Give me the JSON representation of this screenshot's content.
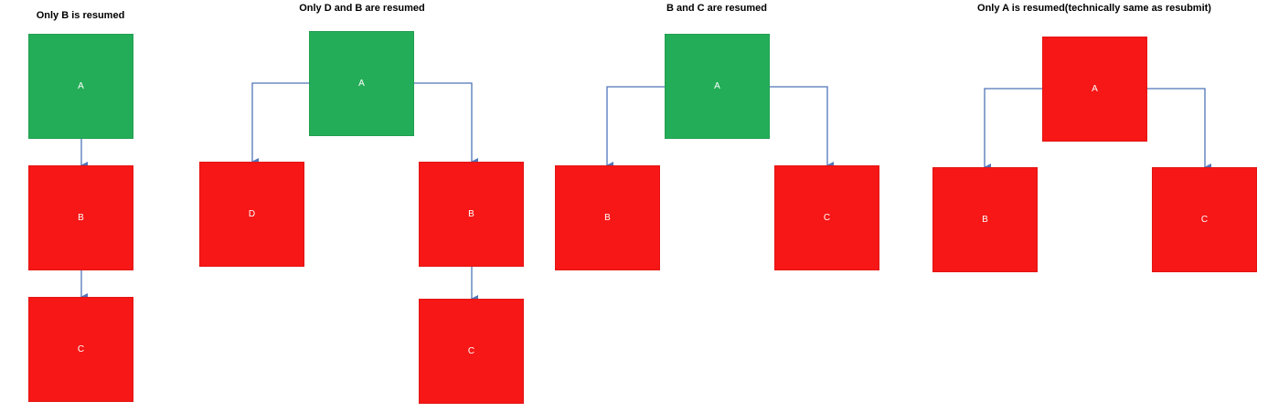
{
  "colors": {
    "resumed": "#24ad58",
    "not_resumed": "#f61716",
    "connector": "#4f75b8"
  },
  "scenarios": [
    {
      "title": "Only B is resumed",
      "nodes": {
        "A": "A",
        "B": "B",
        "C": "C"
      }
    },
    {
      "title": "Only D and B are resumed",
      "nodes": {
        "A": "A",
        "D": "D",
        "B": "B",
        "C": "C"
      }
    },
    {
      "title": "B and C are resumed",
      "nodes": {
        "A": "A",
        "B": "B",
        "C": "C"
      }
    },
    {
      "title": "Only A is resumed(technically same as resubmit)",
      "nodes": {
        "A": "A",
        "B": "B",
        "C": "C"
      }
    }
  ]
}
